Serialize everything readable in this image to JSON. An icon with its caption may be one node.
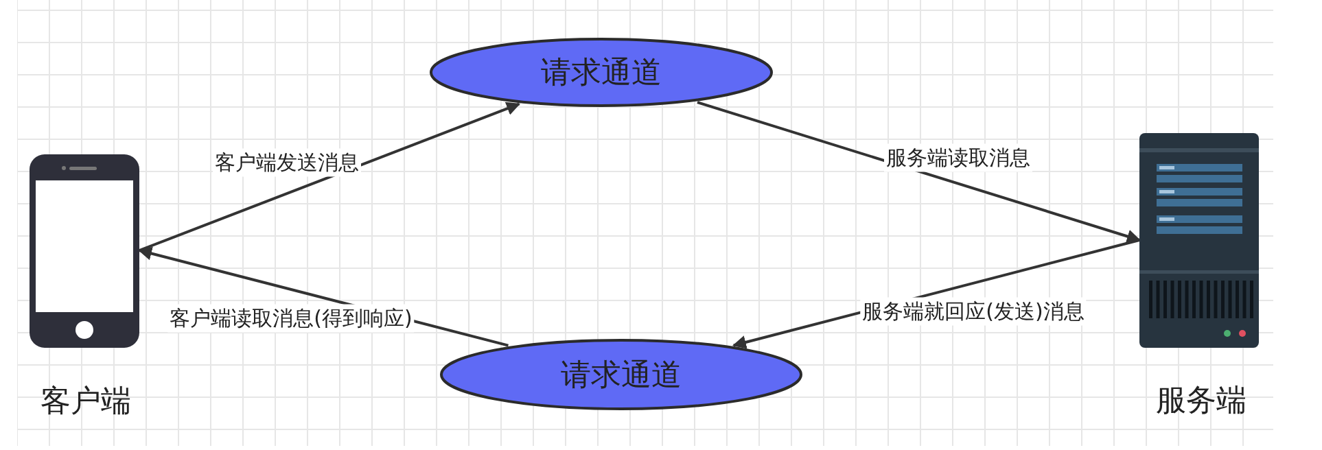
{
  "diagram": {
    "nodes": [
      {
        "text": [
          "客户端"
        ]
      },
      {
        "text": [
          "请求通道"
        ]
      },
      {
        "text": [
          "服务端"
        ]
      },
      {
        "text": [
          "请求通道"
        ]
      }
    ],
    "edges": [
      {
        "from": 0,
        "to": 1,
        "arrow": "to",
        "label": "客户端发送消息"
      },
      {
        "from": 1,
        "to": 2,
        "arrow": "to",
        "label": "服务端读取消息"
      },
      {
        "from": 2,
        "to": 3,
        "arrow": "to",
        "label": "服务端就回应(发送)消息"
      },
      {
        "from": 3,
        "to": 0,
        "arrow": "to",
        "label": "客户端读取消息(得到响应)"
      }
    ]
  }
}
